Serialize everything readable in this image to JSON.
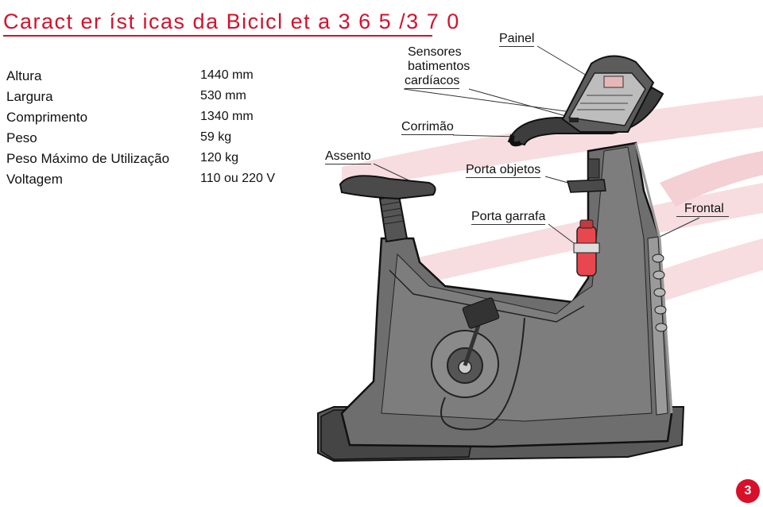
{
  "title": "Caract er íst icas  da  Bicicl et a  3 6 5 /3 7 0",
  "specs": [
    {
      "label": "Altura",
      "value": "1440 mm"
    },
    {
      "label": "Largura",
      "value": "530 mm"
    },
    {
      "label": "Comprimento",
      "value": "1340 mm"
    },
    {
      "label": "Peso",
      "value": "59 kg"
    },
    {
      "label": "Peso Máximo de Utilização",
      "value": "120 kg"
    },
    {
      "label": "Voltagem",
      "value": "110 ou 220 V"
    }
  ],
  "callouts": {
    "painel": "Painel",
    "sensores_line1": "Sensores",
    "sensores_line2": "batimentos",
    "sensores_line3": "cardíacos",
    "corrimao": "Corrimão",
    "assento": "Assento",
    "porta_objetos": "Porta objetos",
    "porta_garrafa": "Porta garrafa",
    "frontal": "Frontal"
  },
  "page_number": "3",
  "colors": {
    "accent": "#d8102a",
    "swoosh": "#f6d8dc",
    "bike_body": "#6b6b6b",
    "bike_dark": "#3a3a3a"
  }
}
